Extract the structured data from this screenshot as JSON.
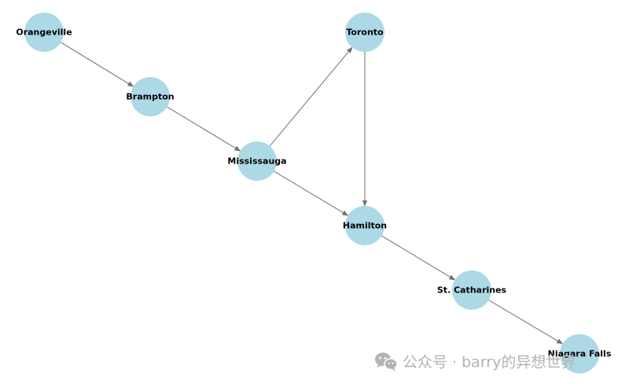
{
  "graph": {
    "type": "directed-graph",
    "node_color": "#add8e6",
    "edge_color": "#707070",
    "nodes": [
      {
        "id": "orangeville",
        "label": "Orangeville"
      },
      {
        "id": "brampton",
        "label": "Brampton"
      },
      {
        "id": "toronto",
        "label": "Toronto"
      },
      {
        "id": "mississauga",
        "label": "Mississauga"
      },
      {
        "id": "hamilton",
        "label": "Hamilton"
      },
      {
        "id": "st-catharines",
        "label": "St. Catharines"
      },
      {
        "id": "niagara-falls",
        "label": "Niagara Falls"
      }
    ],
    "edges": [
      {
        "from": "orangeville",
        "to": "brampton"
      },
      {
        "from": "brampton",
        "to": "mississauga"
      },
      {
        "from": "mississauga",
        "to": "toronto"
      },
      {
        "from": "mississauga",
        "to": "hamilton"
      },
      {
        "from": "toronto",
        "to": "hamilton"
      },
      {
        "from": "hamilton",
        "to": "st-catharines"
      },
      {
        "from": "st-catharines",
        "to": "niagara-falls"
      }
    ]
  },
  "watermark": {
    "text": "公众号 · barry的异想世界",
    "icon": "wechat-icon"
  }
}
